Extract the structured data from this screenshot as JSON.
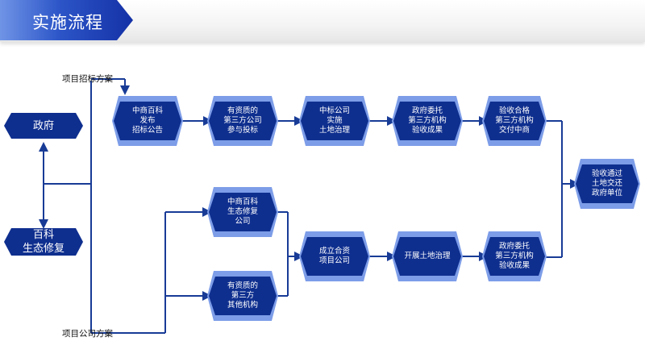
{
  "header": {
    "title": "实施流程"
  },
  "colors": {
    "node_main": "#0f2f8f",
    "node_cap": "#7d9de8",
    "line": "#183b96"
  },
  "annotations": {
    "bid_plan": "项目招标方案",
    "company_plan": "项目公司方案"
  },
  "nodes": {
    "government": "政府",
    "baike_restoration": "百科\n生态修复",
    "baike_tender": "中商百科\n发布\n招标公告",
    "qualified_bid": "有资质的\n第三方公司\n参与投标",
    "winner_implement": "中标公司\n实施\n土地治理",
    "gov_commission_1": "政府委托\n第三方机构\n验收成果",
    "delivery": "验收合格\n第三方机构\n交付中商",
    "baike_company": "中商百科\n生态修复\n公司",
    "other_org": "有资质的\n第三方\n其他机构",
    "joint_venture": "成立合资\n项目公司",
    "land_treatment": "开展土地治理",
    "gov_commission_2": "政府委托\n第三方机构\n验收成果",
    "final": "验收通过\n土地交还\n政府单位"
  }
}
